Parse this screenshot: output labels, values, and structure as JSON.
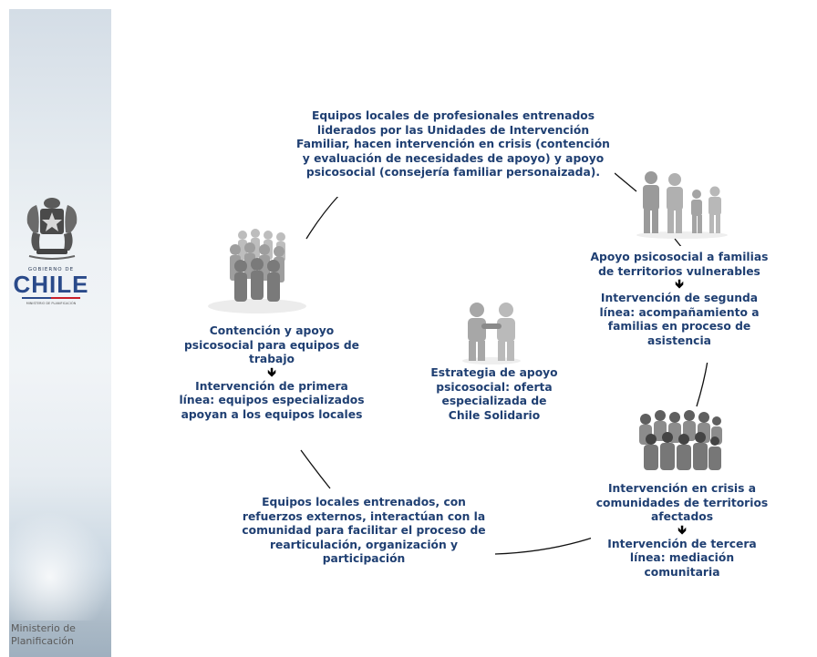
{
  "sidebar": {
    "gobierno": "GOBIERNO DE",
    "chile": "CHILE",
    "ministry_small": "MINISTERIO DE PLANIFICACIÓN",
    "ministry": "Ministerio de Planificación"
  },
  "center": {
    "text": "Estrategia de apoyo psicosocial: oferta especializada de Chile Solidario",
    "icon": "handshake-people-icon"
  },
  "top": {
    "text": "Equipos locales de profesionales entrenados liderados por las Unidades de Intervención Familiar, hacen intervención en crisis (contención y evaluación de necesidades de apoyo) y apoyo psicosocial (consejería familiar personaizada)."
  },
  "right_top": {
    "text1": "Apoyo psicosocial a familias de territorios vulnerables",
    "arrow": "🡻",
    "text2": "Intervención de segunda línea: acompañamiento a familias en proceso de asistencia",
    "icon": "family-figures-icon"
  },
  "left": {
    "text1": "Contención y apoyo psicosocial para equipos de trabajo",
    "arrow": "🡻",
    "text2": "Intervención de primera línea: equipos especializados apoyan a los equipos locales",
    "icon": "team-crowd-icon"
  },
  "right_bottom": {
    "text1": "Intervención en crisis a comunidades de territorios afectados",
    "arrow": "🡻",
    "text2": "Intervención de tercera línea: mediación comunitaria",
    "icon": "community-crowd-icon"
  },
  "bottom": {
    "text": "Equipos locales entrenados, con refuerzos externos, interactúan con la comunidad para facilitar el proceso de rearticulación, organización y participación"
  }
}
